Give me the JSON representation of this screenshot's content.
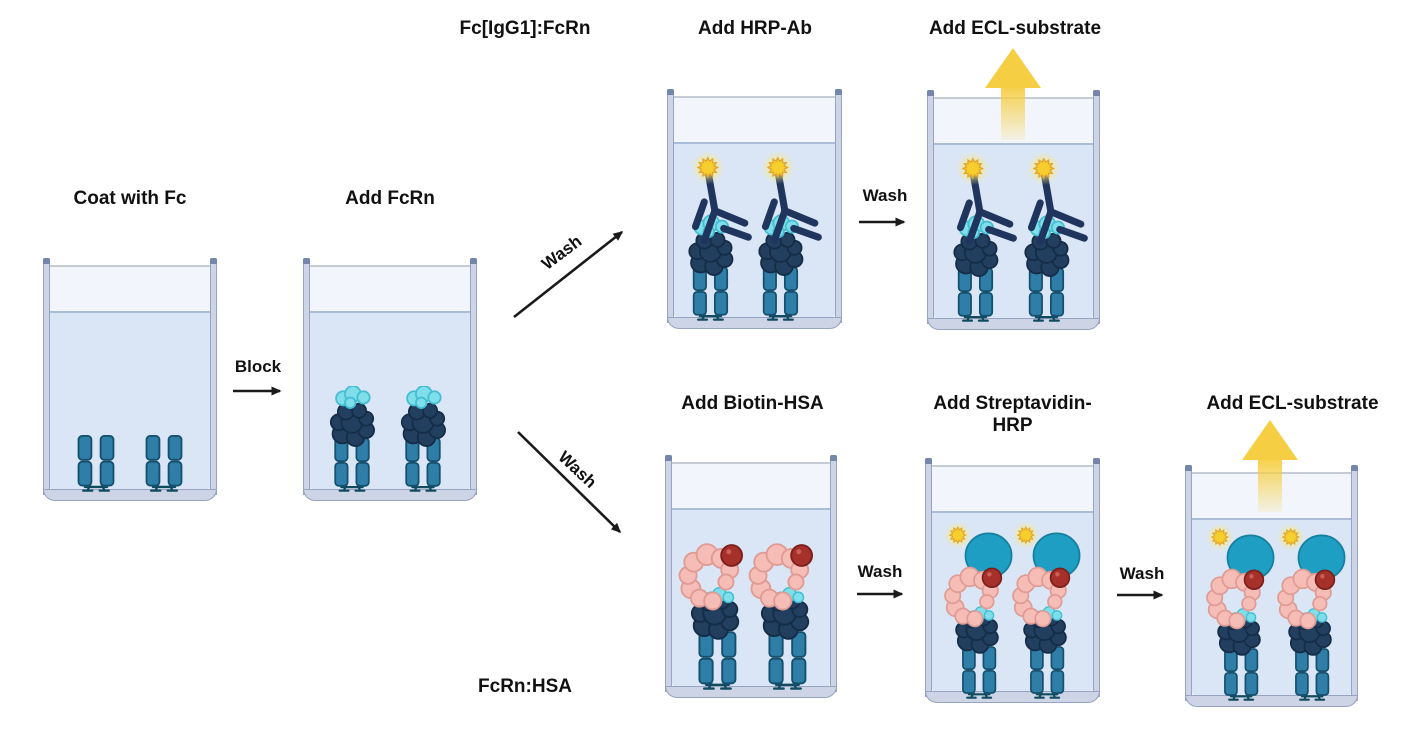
{
  "branches": {
    "top_label": "Fc[IgG1]:FcRn",
    "bottom_label": "FcRn:HSA"
  },
  "wells": [
    {
      "id": "coat",
      "label": "Coat with Fc",
      "molecules": [
        "fc",
        "fc"
      ]
    },
    {
      "id": "add-fcrn",
      "label": "Add FcRn",
      "molecules": [
        "fc-fcrn",
        "fc-fcrn"
      ]
    },
    {
      "id": "add-hrp-ab",
      "label": "Add HRP-Ab",
      "molecules": [
        "fc-fcrn-hrp-ab",
        "fc-fcrn-hrp-ab"
      ]
    },
    {
      "id": "add-ecl-top",
      "label": "Add ECL-substrate",
      "molecules": [
        "fc-fcrn-hrp-ab",
        "fc-fcrn-hrp-ab"
      ],
      "ecl_signal": true
    },
    {
      "id": "add-biotin-hsa",
      "label": "Add Biotin-HSA",
      "molecules": [
        "fc-fcrn-hsa-biotin",
        "fc-fcrn-hsa-biotin"
      ]
    },
    {
      "id": "add-strep-hrp",
      "label": "Add Streptavidin-HRP",
      "molecules": [
        "fc-fcrn-hsa-biotin-streptavidin",
        "fc-fcrn-hsa-biotin-streptavidin"
      ]
    },
    {
      "id": "add-ecl-bottom",
      "label": "Add ECL-substrate",
      "molecules": [
        "fc-fcrn-hsa-biotin-streptavidin",
        "fc-fcrn-hsa-biotin-streptavidin"
      ],
      "ecl_signal": true
    }
  ],
  "arrows": {
    "block_label": "Block",
    "wash_label": "Wash"
  },
  "molecule_colors": {
    "fc_fragment": "#2e7ea8",
    "fcrn": "#223f60",
    "beta2_microglobulin": "#7edee9",
    "detection_antibody": "#20355e",
    "hrp_signal": "#f6cf2e",
    "hsa": "#f6bdb7",
    "biotin": "#a6302a",
    "streptavidin": "#1f9ec4",
    "ecl_arrow": "#f6ce43"
  },
  "well_colors": {
    "wall": "#ccd4e6",
    "wall_edge": "#97a3c2",
    "liquid": "#dae6f5",
    "headspace": "#f2f6fc"
  },
  "background": "#ffffff"
}
